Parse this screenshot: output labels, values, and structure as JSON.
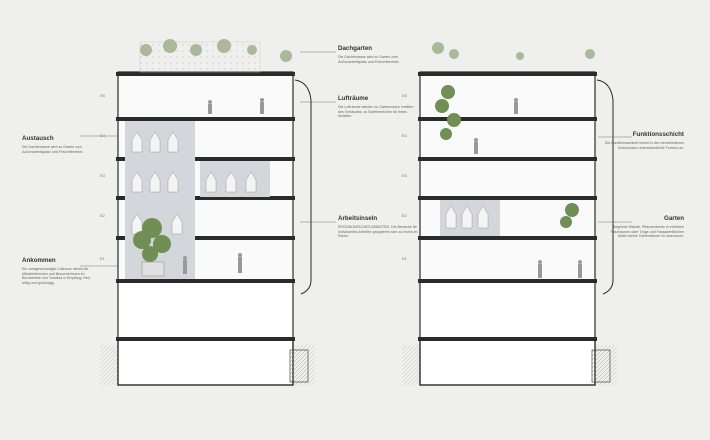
{
  "annotations": {
    "dachgarten": {
      "title": "Dachgarten",
      "text": "Die Dachterrasse wird zu Garten zum Außenarbeitsplatz und Freizeitbereich."
    },
    "luftraeume": {
      "title": "Lufträume",
      "text": "Die Lufträume werden zu Gartenzonen inmitten des Gebäudes, zu Spielbereichen für freies Arbeiten."
    },
    "arbeitsinseln": {
      "title": "Arbeitsinseln",
      "text": "ERGONOMISCHES ARBEITEN. Die Bereiche für individuelles Arbeiten gruppieren sich zu Inseln im Raum."
    },
    "austausch": {
      "title": "Austausch",
      "text": "Die Dachterrasse wird zu Garten zum Außenarbeitsplatz und Freizeitbereich."
    },
    "ankommen": {
      "title": "Ankommen",
      "text": "Ein zweigeschossiger Luftraum nimmt die Mitarbeiterinnen und Besucherinnen im Bürobereich von Sandiza in Empfang. Hell, luftig und großzügig."
    },
    "funktionsschicht": {
      "title": "Funktionsschicht",
      "text": "Die Funktionsschicht nimmt in den verschiedenen Geschossen unterschiedliche Formen an."
    },
    "garten": {
      "title": "Garten",
      "text": "Begrünte Wände, Pflanzenbeete in erhöhten Raumzonen oder Tröge und Fassadenflächen bilden kleine Gartenräume im Innenraum."
    }
  },
  "floors": [
    "E5",
    "E4",
    "E3",
    "E2",
    "E1"
  ],
  "colors": {
    "background": "#efefed",
    "line": "#2b2b2b",
    "glass_bubble": "#c8ccd2",
    "plant": "#6f8f54"
  }
}
